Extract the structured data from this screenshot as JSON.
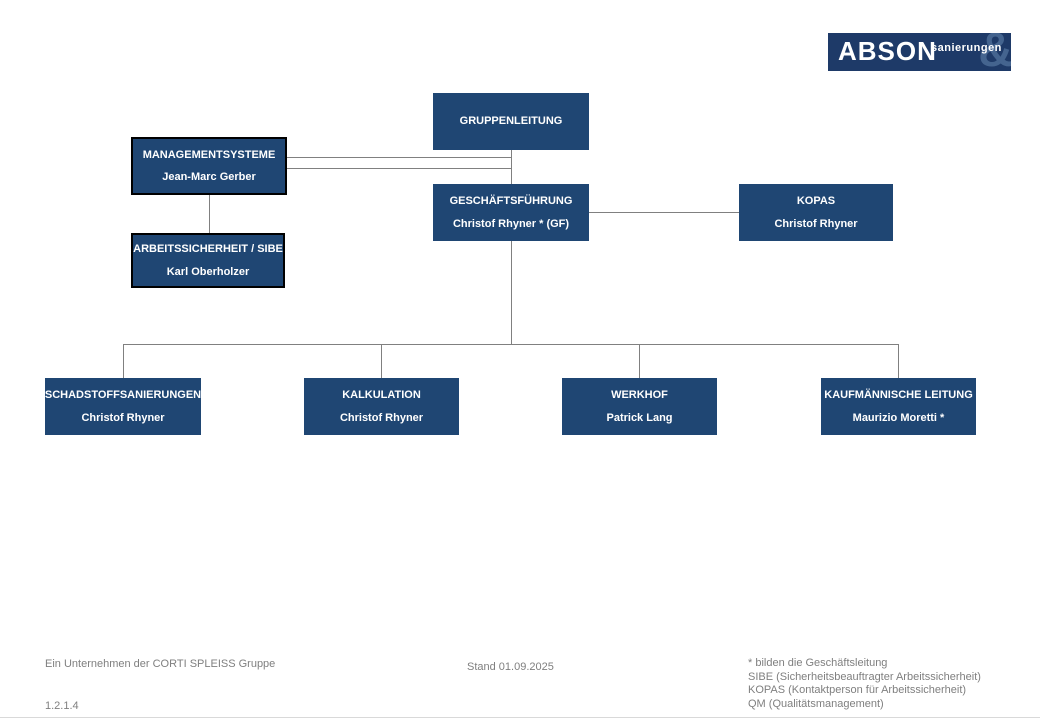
{
  "logo": {
    "brand": "ABSON",
    "word": "sanierungen",
    "amp": "&"
  },
  "colors": {
    "box_fill": "#1f4673",
    "connector": "#808080",
    "logo_bg": "#1e3a68",
    "logo_amp": "#44648f",
    "footer_text": "#7f7f7f"
  },
  "nodes": {
    "gruppenleitung": {
      "title": "GRUPPENLEITUNG"
    },
    "managementsysteme": {
      "title": "MANAGEMENTSYSTEME",
      "name": "Jean-Marc Gerber"
    },
    "geschaeftsfuehrung": {
      "title": "GESCHÄFTSFÜHRUNG",
      "name": "Christof Rhyner * (GF)"
    },
    "kopas": {
      "title": "KOPAS",
      "name": "Christof Rhyner"
    },
    "arbeitssicherheit": {
      "title": "ARBEITSSICHERHEIT / SIBE",
      "name": "Karl Oberholzer"
    },
    "schadstoffsanierungen": {
      "title": "SCHADSTOFFSANIERUNGEN",
      "name": "Christof Rhyner"
    },
    "kalkulation": {
      "title": "KALKULATION",
      "name": "Christof Rhyner"
    },
    "werkhof": {
      "title": "WERKHOF",
      "name": "Patrick Lang"
    },
    "kaufmaennische_leitung": {
      "title": "KAUFMÄNNISCHE LEITUNG",
      "name": "Maurizio Moretti *"
    }
  },
  "footer": {
    "company": "Ein Unternehmen der CORTI SPLEISS Gruppe",
    "stand": "Stand 01.09.2025",
    "version": "1.2.1.4",
    "legend": [
      "* bilden die Geschäftsleitung",
      "SIBE (Sicherheitsbeauftragter Arbeitssicherheit)",
      "KOPAS (Kontaktperson für Arbeitssicherheit)",
      "QM (Qualitätsmanagement)"
    ]
  }
}
